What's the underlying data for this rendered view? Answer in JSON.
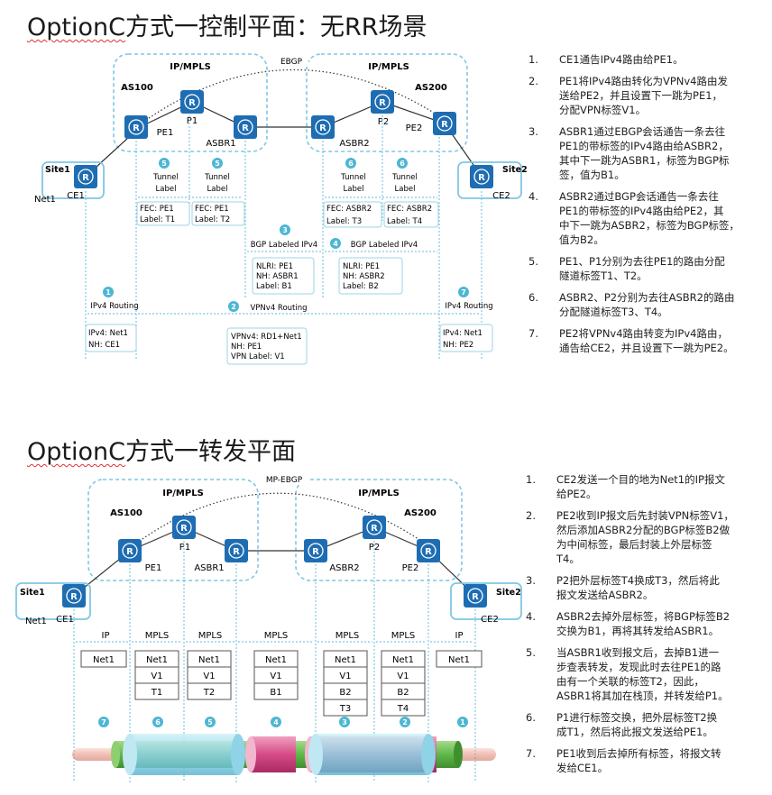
{
  "sections": [
    {
      "title_latin": "OptionC",
      "title_rest": "方式一控制平面：无RR场景",
      "diagram": {
        "as_left": "AS100",
        "as_right": "AS200",
        "cloud_label": "IP/MPLS",
        "session_label": "EBGP",
        "nodes": {
          "pe1": "PE1",
          "p1": "P1",
          "asbr1": "ASBR1",
          "asbr2": "ASBR2",
          "p2": "P2",
          "pe2": "PE2",
          "ce1": "CE1",
          "ce2": "CE2"
        },
        "site1": "Site1",
        "site2": "Site2",
        "net1": "Net1",
        "tunnel_label": [
          "Tunnel",
          "Label"
        ],
        "badges": {
          "b5a": "5",
          "b5b": "5",
          "b6a": "6",
          "b6b": "6",
          "b3": "3",
          "b4": "4",
          "b1": "1",
          "b2": "2",
          "b7": "7"
        },
        "fec_boxes": [
          [
            "FEC: PE1",
            "Label: T1"
          ],
          [
            "FEC: PE1",
            "Label: T2"
          ],
          [
            "FEC: ASBR2",
            "Label: T3"
          ],
          [
            "FEC: ASBR2",
            "Label: T4"
          ]
        ],
        "bgp_labeled": "BGP Labeled IPv4",
        "bgp_boxes": [
          [
            "NLRI: PE1",
            "NH: ASBR1",
            "Label: B1"
          ],
          [
            "NLRI: PE1",
            "NH: ASBR2",
            "Label: B2"
          ]
        ],
        "ipv4_routing": "IPv4 Routing",
        "vpnv4_routing": "VPNv4 Routing",
        "route_boxes": {
          "left": [
            "IPv4: Net1",
            "NH: CE1"
          ],
          "mid": [
            "VPNv4: RD1+Net1",
            "NH: PE1",
            "VPN Label: V1"
          ],
          "right": [
            "IPv4: Net1",
            "NH: PE2"
          ]
        }
      },
      "steps": [
        {
          "n": "1.",
          "lines": [
            "CE1通告IPv4路由给PE1。"
          ]
        },
        {
          "n": "2.",
          "lines": [
            "PE1将IPv4路由转化为VPNv4路由发",
            "送给PE2，并且设置下一跳为PE1，",
            "分配VPN标签V1。"
          ]
        },
        {
          "n": "3.",
          "lines": [
            "ASBR1通过EBGP会话通告一条去往",
            "PE1的带标签的IPv4路由给ASBR2，",
            "其中下一跳为ASBR1，标签为BGP标",
            "签，值为B1。"
          ]
        },
        {
          "n": "4.",
          "lines": [
            "ASBR2通过BGP会话通告一条去往",
            "PE1的带标签的IPv4路由给PE2，其",
            "中下一跳为ASBR2，标签为BGP标签，",
            "值为B2。"
          ]
        },
        {
          "n": "5.",
          "lines": [
            "PE1、P1分别为去往PE1的路由分配",
            "隧道标签T1、T2。"
          ]
        },
        {
          "n": "6.",
          "lines": [
            "ASBR2、P2分别为去往ASBR2的路由",
            "分配隧道标签T3、T4。"
          ]
        },
        {
          "n": "7.",
          "lines": [
            "PE2将VPNv4路由转变为IPv4路由，",
            "通告给CE2，并且设置下一跳为PE2。"
          ]
        }
      ]
    },
    {
      "title_latin": "OptionC",
      "title_rest": "方式一转发平面",
      "diagram": {
        "as_left": "AS100",
        "as_right": "AS200",
        "cloud_label": "IP/MPLS",
        "session_label": "MP-EBGP",
        "nodes": {
          "pe1": "PE1",
          "p1": "P1",
          "asbr1": "ASBR1",
          "asbr2": "ASBR2",
          "p2": "P2",
          "pe2": "PE2",
          "ce1": "CE1",
          "ce2": "CE2"
        },
        "site1": "Site1",
        "site2": "Site2",
        "net1": "Net1",
        "proto": [
          "IP",
          "MPLS",
          "MPLS",
          "MPLS",
          "MPLS",
          "MPLS",
          "IP"
        ],
        "stacks": [
          [
            "Net1"
          ],
          [
            "Net1",
            "V1",
            "T1"
          ],
          [
            "Net1",
            "V1",
            "T2"
          ],
          [
            "Net1",
            "V1",
            "B1"
          ],
          [
            "Net1",
            "V1",
            "B2",
            "T3"
          ],
          [
            "Net1",
            "V1",
            "B2",
            "T4"
          ],
          [
            "Net1"
          ]
        ],
        "step_badges": [
          "7",
          "6",
          "5",
          "4",
          "3",
          "2",
          "1"
        ]
      },
      "steps": [
        {
          "n": "1.",
          "lines": [
            "CE2发送一个目的地为Net1的IP报文",
            "给PE2。"
          ]
        },
        {
          "n": "2.",
          "lines": [
            "PE2收到IP报文后先封装VPN标签V1，",
            "然后添加ASBR2分配的BGP标签B2做",
            "为中间标签，最后封装上外层标签",
            "T4。"
          ]
        },
        {
          "n": "3.",
          "lines": [
            "P2把外层标签T4换成T3，然后将此",
            "报文发送给ASBR2。"
          ]
        },
        {
          "n": "4.",
          "lines": [
            "ASBR2去掉外层标签，将BGP标签B2",
            "交换为B1，再将其转发给ASBR1。"
          ]
        },
        {
          "n": "5.",
          "lines": [
            "当ASBR1收到报文后，去掉B1进一",
            "步查表转发，发现此时去往PE1的路",
            "由有一个关联的标签T2，因此，",
            "ASBR1将其加在栈顶，并转发给P1。"
          ]
        },
        {
          "n": "6.",
          "lines": [
            "P1进行标签交换，把外层标签T2换",
            "成T1，然后将此报文发送给PE1。"
          ]
        },
        {
          "n": "7.",
          "lines": [
            "PE1收到后去掉所有标签，将报文转",
            "发给CE1。"
          ]
        }
      ]
    }
  ]
}
